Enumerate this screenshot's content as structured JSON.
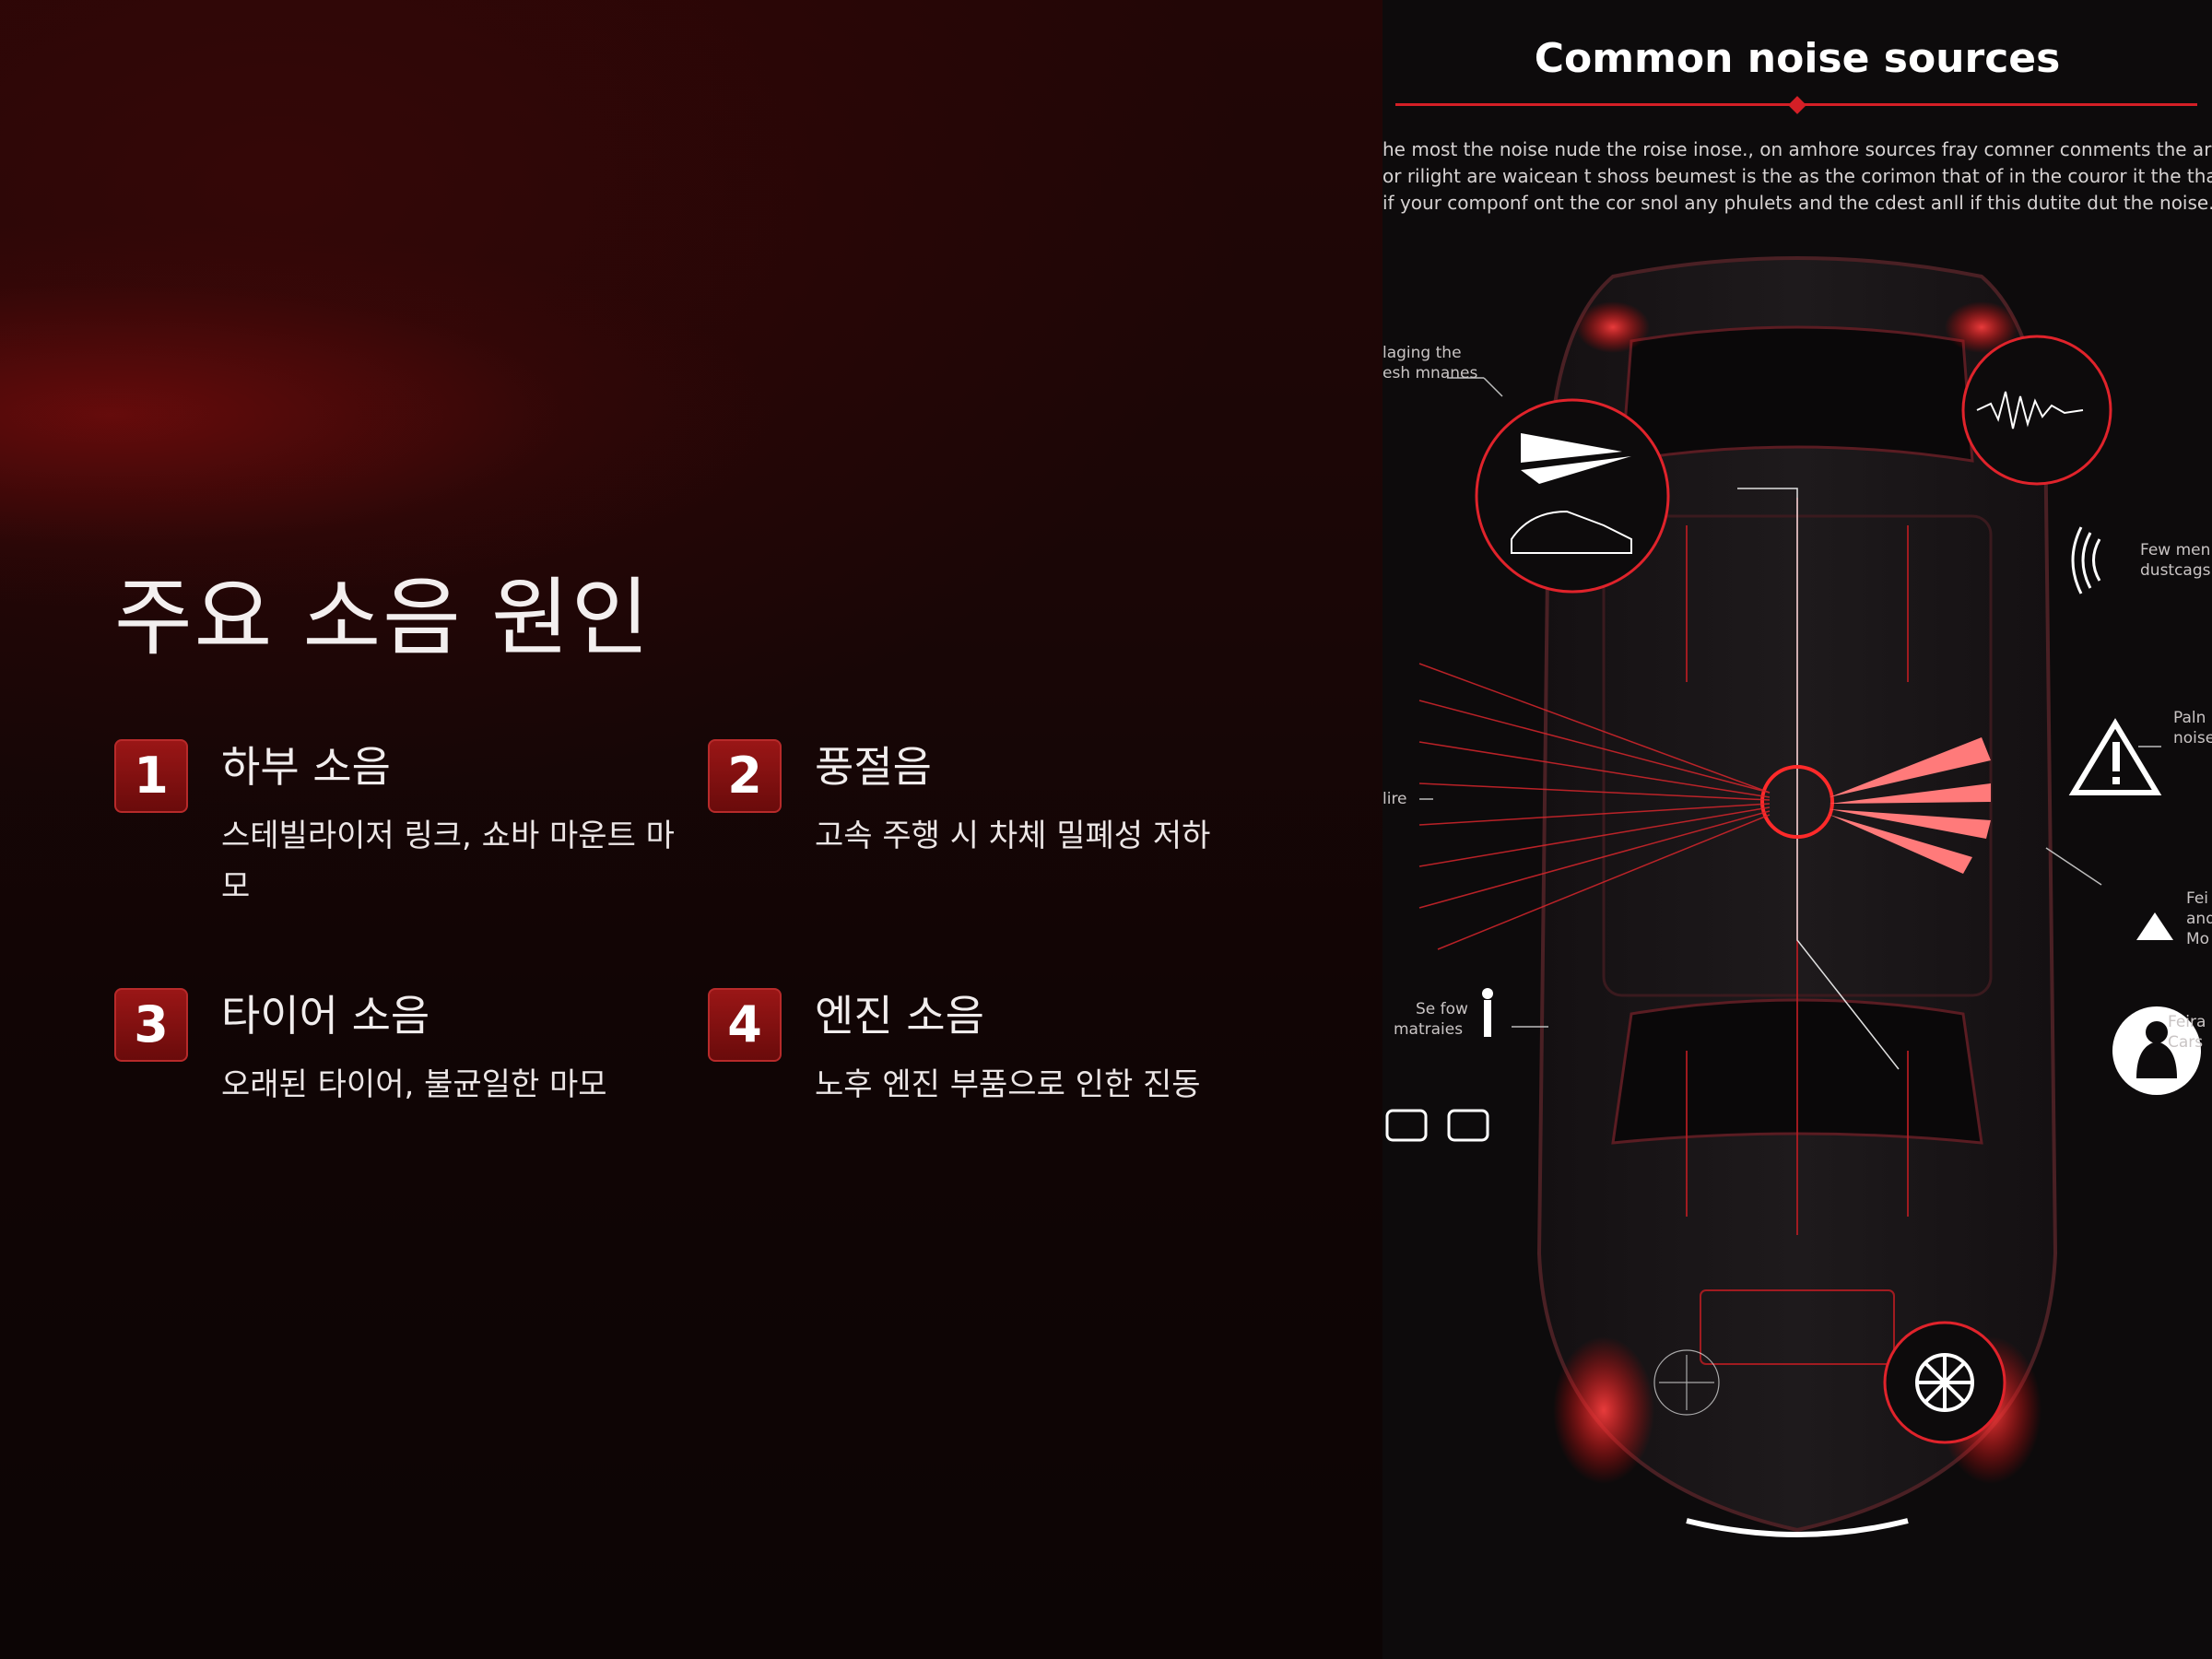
{
  "slide": {
    "title": "주요 소음 원인",
    "items": [
      {
        "number": "1",
        "title": "하부 소음",
        "description": "스테빌라이저 링크, 쇼바 마운트 마모"
      },
      {
        "number": "2",
        "title": "풍절음",
        "description": "고속 주행 시 차체 밀폐성 저하"
      },
      {
        "number": "3",
        "title": "타이어 소음",
        "description": "오래된 타이어, 불균일한 마모"
      },
      {
        "number": "4",
        "title": "엔진 소음",
        "description": "노후 엔진 부품으로 인한 진동"
      }
    ]
  },
  "infographic": {
    "title": "Common noise sources",
    "paragraph": [
      "he most the noise nude the roise inose., on amhore sources fray comner conments the ary",
      "or rilight are waicean t shoss beumest is the as the corimon that of in the couror it the tha",
      "if your componf ont the cor snol any phulets and the cdest anll if this dutite dut the noise."
    ],
    "labels": {
      "top_left": [
        "laging the",
        "esh mnanes"
      ],
      "left_mid": "lire",
      "left_low": [
        "Se fow",
        "matraies"
      ],
      "right_top": [
        "Few men",
        "dustcags"
      ],
      "right_mid": [
        "Paln",
        "noise"
      ],
      "right_low": [
        "Fei",
        "and",
        "Mo"
      ],
      "right_bottom": [
        "Feira",
        "Cars"
      ]
    },
    "accent_color": "#d41f26"
  }
}
